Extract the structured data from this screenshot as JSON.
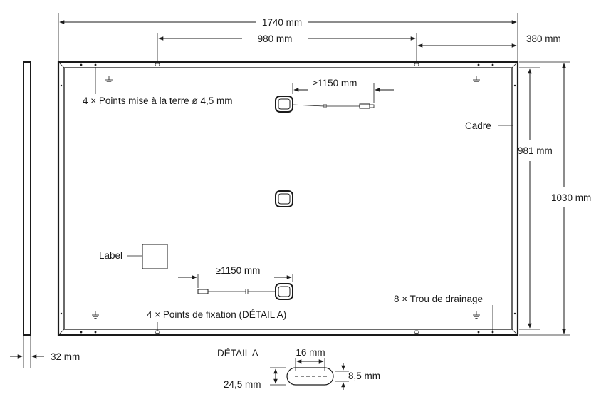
{
  "dimensions": {
    "length": "1740 mm",
    "mount_spacing": "980 mm",
    "mount_offset": "380 mm",
    "inner_height": "981 mm",
    "height": "1030 mm",
    "thickness": "32 mm",
    "cable_top": "≥1150 mm",
    "cable_bottom": "≥1150 mm"
  },
  "labels": {
    "ground_points": "4 × Points mise à la terre ø 4,5 mm",
    "frame": "Cadre",
    "label": "Label",
    "fixing_points": "4 × Points de fixation (DÉTAIL A)",
    "drain_holes": "8 × Trou de drainage"
  },
  "detail": {
    "title": "DÉTAIL A",
    "slot_length": "16 mm",
    "slot_width": "8,5 mm",
    "slot_total": "24,5 mm"
  },
  "icons": [
    "ground-symbol",
    "junction-box",
    "connector",
    "arrow"
  ]
}
